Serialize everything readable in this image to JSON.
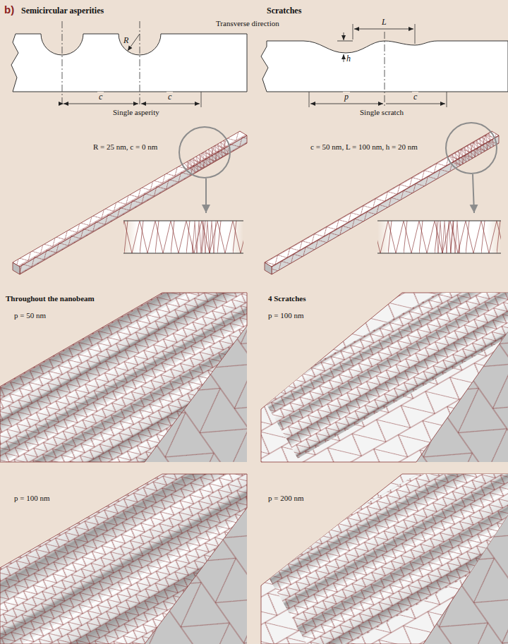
{
  "diagram": {
    "labels": [
      "b)",
      "Semicircular asperities",
      "Scratches",
      "Transverse direction",
      "R",
      "c",
      "c",
      "Single asperity",
      "L",
      "h",
      "p",
      "c",
      "Single scratch",
      "R = 25 nm, c = 0 nm",
      "c = 50 nm, L = 100 nm, h = 20 nm",
      "Throughout the nanobeam",
      "p = 50 nm",
      "4 Scratches",
      "p = 100 nm",
      "p = 100 nm",
      "p = 200 nm"
    ]
  }
}
